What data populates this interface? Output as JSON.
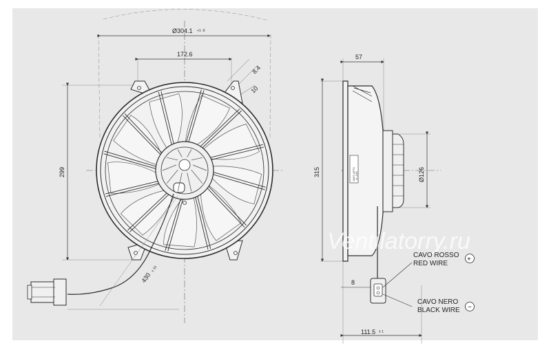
{
  "dimensions": {
    "outer_diameter": "Ø304.1",
    "outer_diameter_tol": "+1 -0",
    "mount_spacing": "172.6",
    "hole_size": "8.4",
    "flange_size": "10",
    "height_front": "299",
    "height_side": "315",
    "depth": "57",
    "motor_diameter": "Ø126",
    "connector_offset": "8",
    "total_depth": "111.5",
    "total_depth_tol": "± 1",
    "cable_length": "430",
    "cable_length_tol": "± 10"
  },
  "wires": {
    "red_it": "CAVO ROSSO",
    "red_en": "RED WIRE",
    "red_symbol": "+",
    "black_it": "CAVO NERO",
    "black_en": "BLACK WIRE",
    "black_symbol": "−"
  },
  "label_text": [
    "VA07-AP70",
    "LL-24S"
  ],
  "watermark": "Ventilatorry.ru",
  "colors": {
    "panel": "#e8e8e9",
    "line": "#2a2a2a",
    "blade": "#f4f4f4"
  }
}
